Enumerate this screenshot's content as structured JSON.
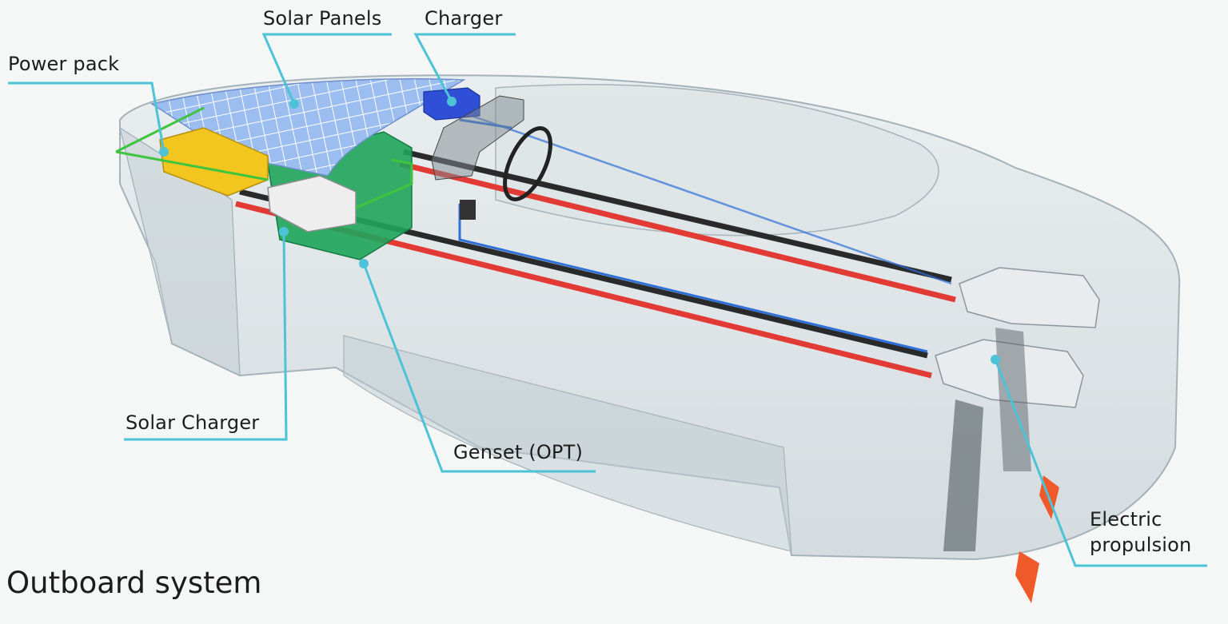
{
  "title": "Outboard system",
  "labels": {
    "solar_panels": "Solar Panels",
    "charger": "Charger",
    "power_pack": "Power pack",
    "solar_charger": "Solar Charger",
    "genset": "Genset (OPT)",
    "electric_propulsion_line1": "Electric",
    "electric_propulsion_line2": "propulsion"
  },
  "colors": {
    "callout": "#4cc3d6",
    "hull_glass": "#c9d3d8",
    "hull_edge": "#9fb0b8",
    "panel": "#8fb5e8",
    "power_pack": "#f2c61f",
    "charger": "#2f4fd6",
    "genset": "#1ea55a",
    "wire_green": "#3ec43e",
    "cable_red": "#e23a34",
    "cable_black": "#2a2a2a",
    "cable_blue": "#2f6fd8",
    "motor": "#e8ecef",
    "propeller": "#f05a2a"
  }
}
